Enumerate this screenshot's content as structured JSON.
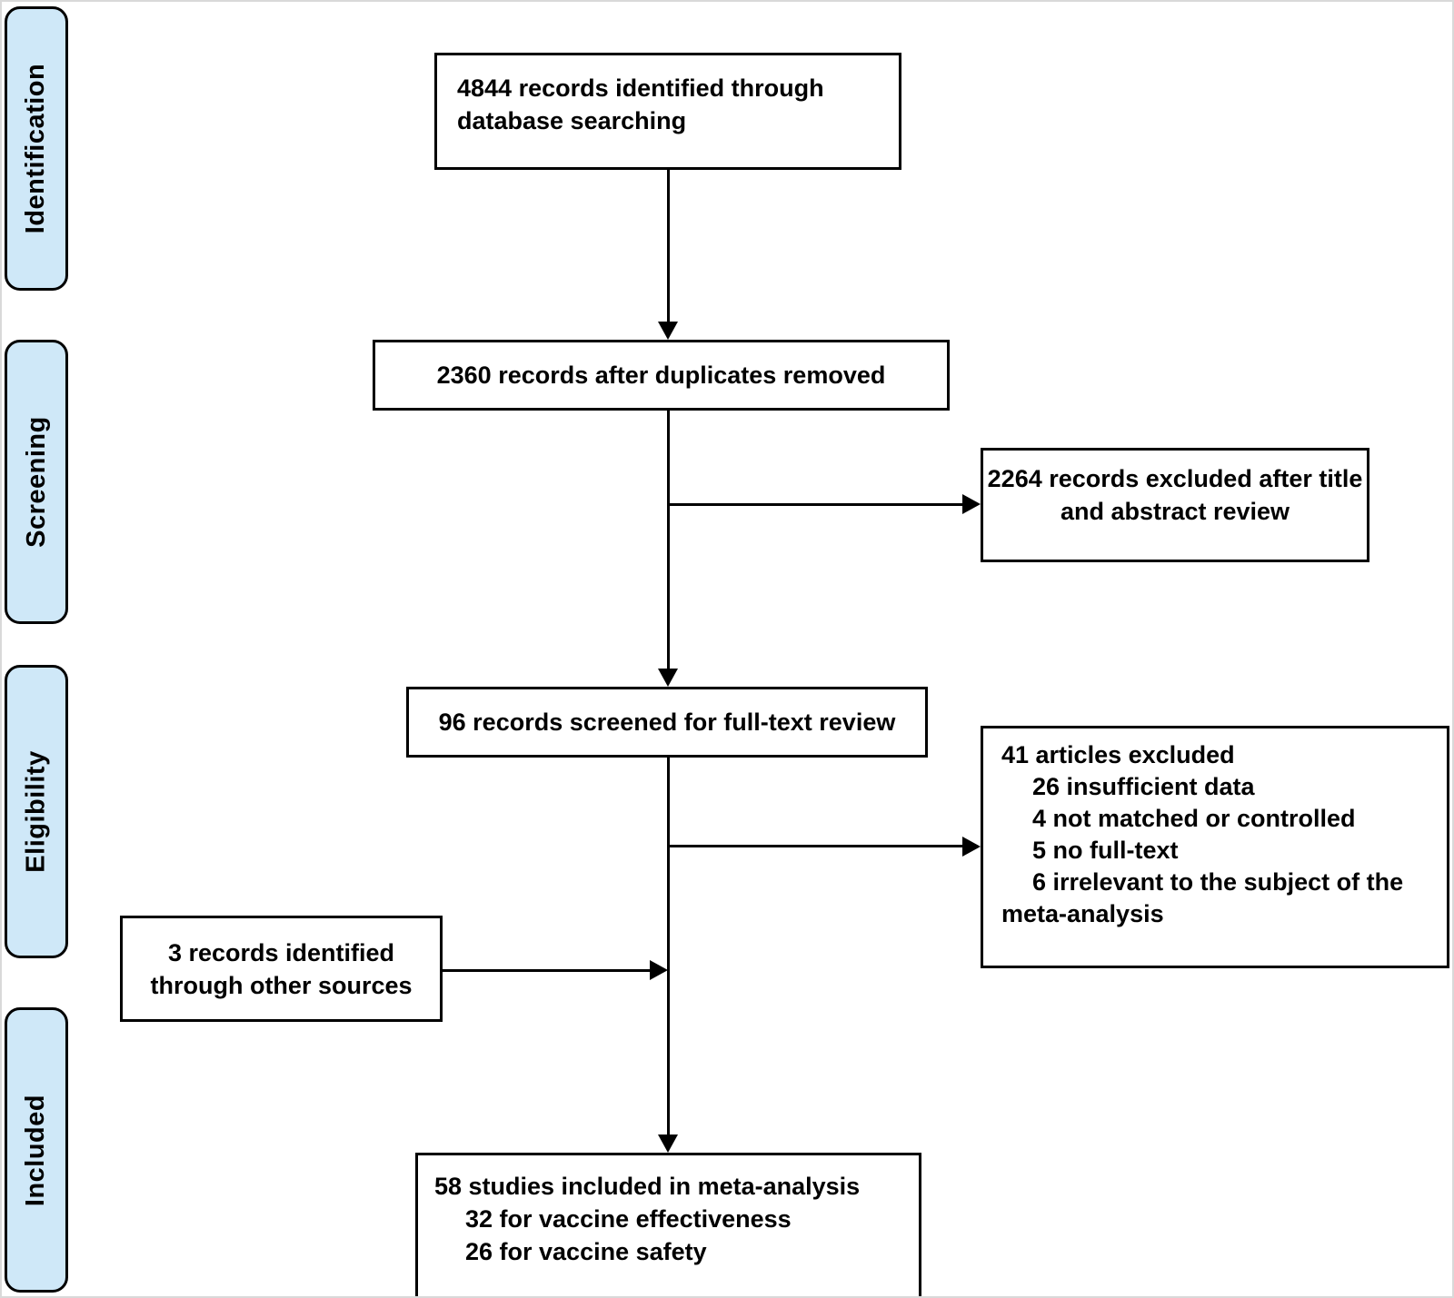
{
  "diagram": {
    "kind": "prisma-flow",
    "colors": {
      "stage_fill": "#cfe8f8",
      "box_border": "#000000",
      "arrow": "#000000",
      "page_border": "#d9d9d9"
    },
    "stages": [
      {
        "label": "Identification"
      },
      {
        "label": "Screening"
      },
      {
        "label": "Eligibility"
      },
      {
        "label": "Included"
      }
    ],
    "boxes": {
      "records_identified": {
        "lines": [
          "4844 records identified through",
          "database searching"
        ]
      },
      "duplicates_removed": {
        "text": "2360 records after duplicates removed"
      },
      "title_abstract_excluded": {
        "lines": [
          "2264 records excluded after title",
          "and abstract review"
        ]
      },
      "fulltext_screened": {
        "text": "96 records screened for full-text review"
      },
      "fulltext_excluded": {
        "lines": [
          {
            "text": "41 articles excluded"
          },
          {
            "text": "26 insufficient data"
          },
          {
            "text": "4 not matched or controlled"
          },
          {
            "text": "5 no full-text"
          },
          {
            "text": "6 irrelevant to the subject of the"
          },
          {
            "text": "meta-analysis"
          }
        ]
      },
      "other_sources": {
        "lines": [
          "3 records identified",
          "through other sources"
        ]
      },
      "included_studies": {
        "lines": [
          {
            "text": "58 studies included in meta-analysis"
          },
          {
            "text": "32 for vaccine effectiveness"
          },
          {
            "text": "26 for vaccine safety"
          }
        ]
      }
    }
  }
}
